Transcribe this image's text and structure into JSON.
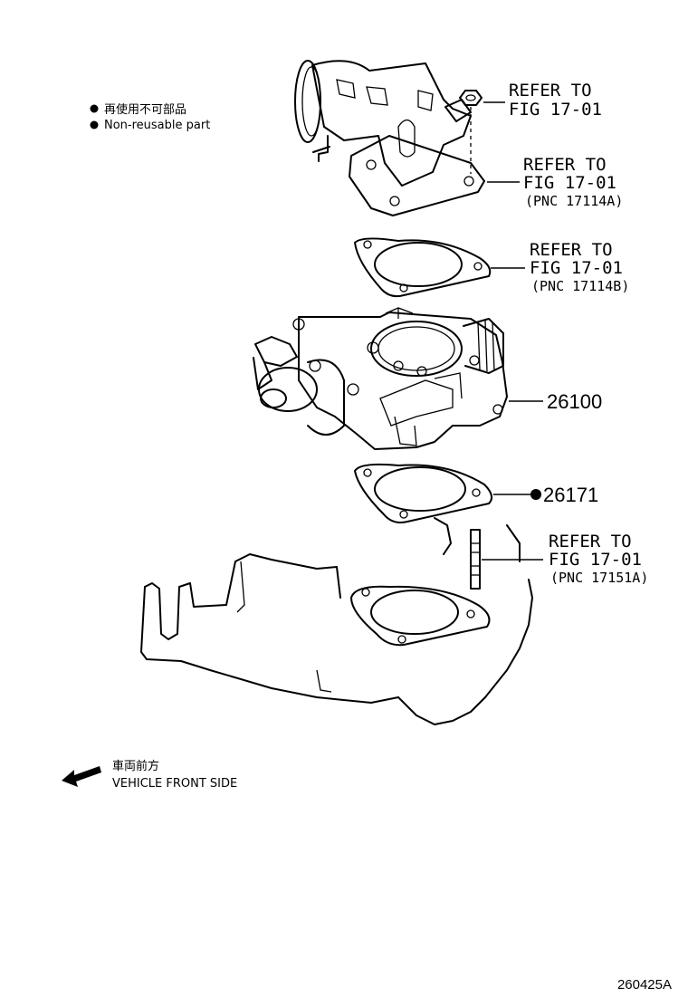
{
  "legend": {
    "jp_label": "再使用不可部品",
    "en_label": "Non-reusable part"
  },
  "callouts": {
    "nut": {
      "line1": "REFER TO",
      "line2": "FIG 17-01"
    },
    "housing": {
      "line1": "REFER TO",
      "line2": "FIG 17-01",
      "line3": "(PNC 17114A)"
    },
    "upper_gasket": {
      "line1": "REFER TO",
      "line2": "FIG 17-01",
      "line3": "(PNC 17114B)"
    },
    "stud": {
      "line1": "REFER TO",
      "line2": "FIG 17-01",
      "line3": "(PNC 17151A)"
    }
  },
  "parts": {
    "throttle_body": "26100",
    "gasket": "26171"
  },
  "direction": {
    "jp_label": "車両前方",
    "en_label": "VEHICLE FRONT SIDE"
  },
  "illustration_code": "260425A"
}
